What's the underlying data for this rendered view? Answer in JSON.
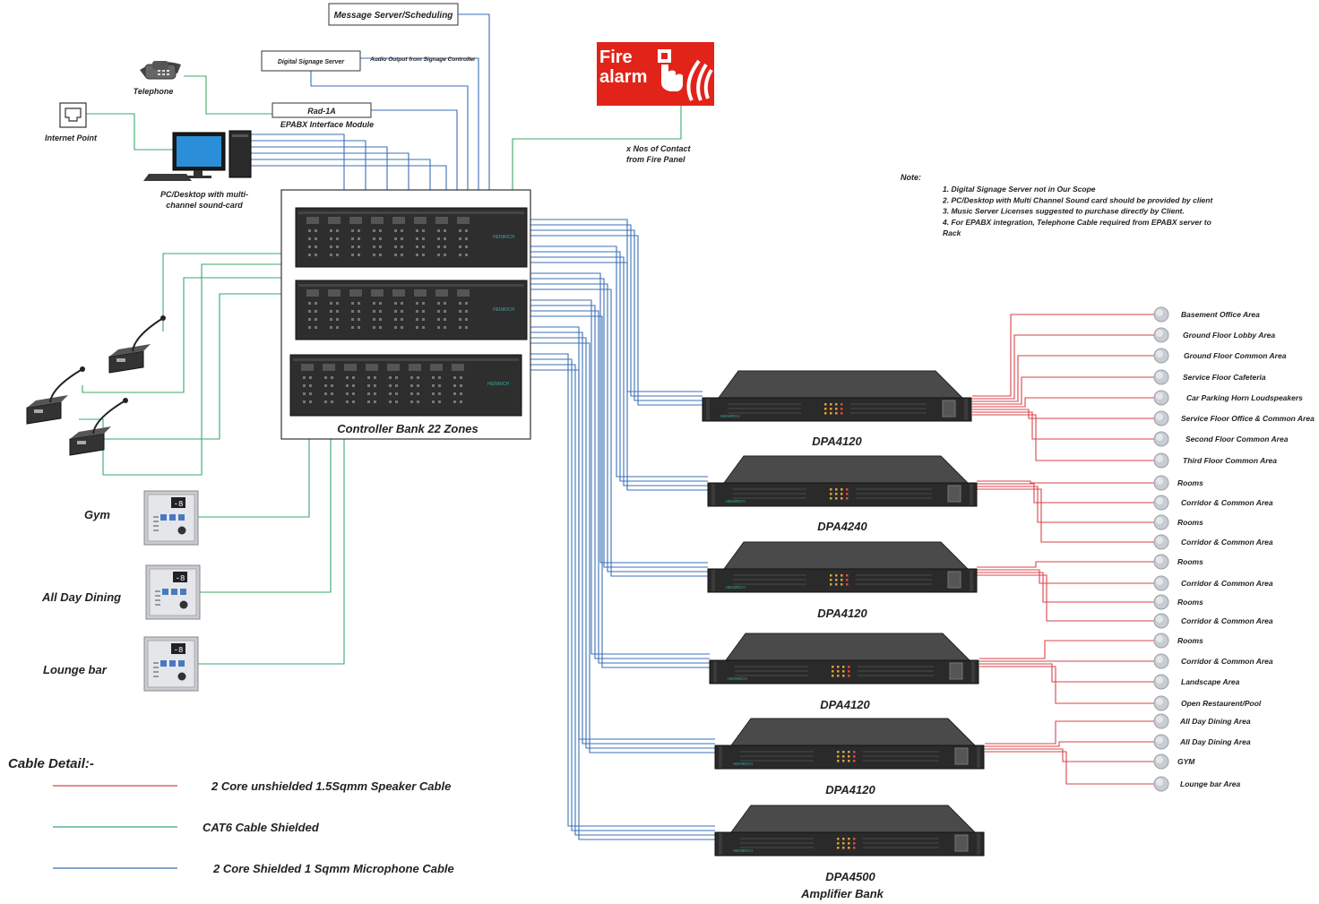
{
  "colors": {
    "speaker": "#d9434a",
    "cat6": "#3aa86b",
    "mic": "#3b6fb6",
    "fire": "#e2231a",
    "device": "#2b2b2b"
  },
  "top": {
    "message_server": "Message Server/Scheduling",
    "signage_server": "Digital Signage Server",
    "audio_output": "Audio Output from Signage Controller",
    "rad_module": "Rad-1A",
    "epabx": "EPABX Interface Module",
    "telephone": "Telephone",
    "internet_point": "Internet Point",
    "pc_line1": "PC/Desktop with  multi-",
    "pc_line2": "channel sound-card"
  },
  "fire": {
    "line1": "Fire",
    "line2": "alarm",
    "contact1": "x Nos of Contact",
    "contact2": "from Fire Panel"
  },
  "notes": {
    "title": "Note:",
    "items": [
      "1. Digital Signage Server not in Our Scope",
      "2. PC/Desktop with Multi Channel Sound card should be provided by client",
      "3. Music Server Licenses suggested to purchase directly by Client.",
      "4. For EPABX integration, Telephone Cable required from EPABX server to",
      "Rack"
    ]
  },
  "controller": {
    "title": "Controller Bank 22 Zones",
    "brand": "HEINRICH"
  },
  "panels": [
    {
      "label": "Gym",
      "display": "-8"
    },
    {
      "label": "All Day Dining",
      "display": "-8"
    },
    {
      "label": "Lounge bar",
      "display": "-8"
    }
  ],
  "amplifiers": [
    {
      "model": "DPA4120"
    },
    {
      "model": "DPA4240"
    },
    {
      "model": "DPA4120"
    },
    {
      "model": "DPA4120"
    },
    {
      "model": "DPA4120"
    },
    {
      "model": "DPA4500"
    }
  ],
  "amp_bank_label": "Amplifier Bank",
  "zones": [
    "Basement Office Area",
    "Ground Floor Lobby Area",
    "Ground Floor Common Area",
    "Service Floor Cafeteria",
    "Car Parking Horn Loudspeakers",
    "Service Floor Office & Common Area",
    "Second Floor Common Area",
    "Third Floor Common Area",
    "Rooms",
    "Corridor & Common Area",
    "Rooms",
    "Corridor & Common Area",
    "Rooms",
    "Corridor & Common Area",
    "Rooms",
    "Corridor & Common Area",
    "Rooms",
    "Corridor & Common Area",
    "Landscape Area",
    "Open Restaurent/Pool",
    "All Day Dining Area",
    "All Day Dining Area",
    "GYM",
    "Lounge bar Area"
  ],
  "legend": {
    "title": "Cable Detail:-",
    "items": [
      {
        "label": "2 Core unshielded 1.5Sqmm Speaker Cable",
        "color": "#d9434a"
      },
      {
        "label": "CAT6 Cable Shielded",
        "color": "#3aa86b"
      },
      {
        "label": "2 Core Shielded 1 Sqmm Microphone Cable",
        "color": "#3b6fb6"
      }
    ]
  }
}
